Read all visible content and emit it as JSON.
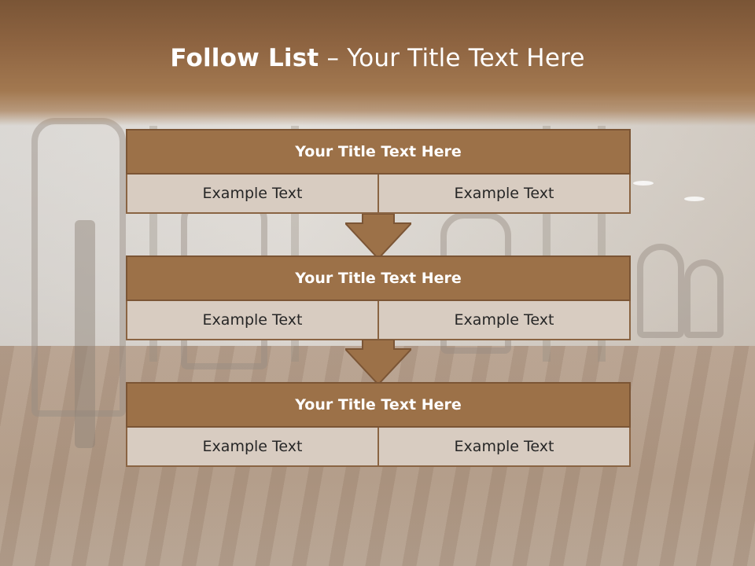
{
  "title": {
    "bold": "Follow List",
    "separator": " – ",
    "light": "Your Title Text Here"
  },
  "blocks": [
    {
      "title": "Your Title Text Here",
      "items": [
        "Example Text",
        "Example Text"
      ]
    },
    {
      "title": "Your Title Text Here",
      "items": [
        "Example Text",
        "Example Text"
      ]
    },
    {
      "title": "Your Title Text Here",
      "items": [
        "Example Text",
        "Example Text"
      ]
    }
  ],
  "colors": {
    "title_band": "#8e6441",
    "block_title": "#9c7148",
    "block_border": "#7b5535",
    "cell_bg": "#d8ccc1",
    "arrow": "#9c7148"
  },
  "icons": [
    "down-arrow-icon",
    "down-arrow-icon"
  ]
}
